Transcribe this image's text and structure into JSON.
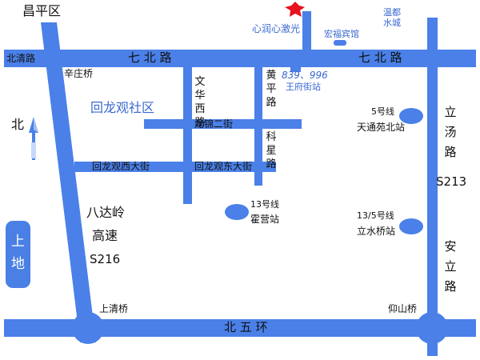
{
  "colors": {
    "road": "#4a80e8",
    "label_blue": "#3a68d0",
    "star": "#e8111d"
  },
  "labels": {
    "changping": "昌平区",
    "beiqinglu": "北清路",
    "xinzhuangqiao": "辛庄桥",
    "qibeilu_left": "七 北 路",
    "qibeilu_right": "七 北 路",
    "huilongguan": "回龙观社区",
    "north": "北",
    "wenhua_xilu": "文华西路",
    "huangping_lu": "黄平路",
    "kexing_lu": "科星路",
    "longjin_erjie": "龙锦二街",
    "huilongguan_xidajie": "回龙观西大街",
    "huilongguan_dongdajie": "回龙观东大街",
    "xinrun_laser": "心润心激光",
    "hongfu_hotel": "宏福宾馆",
    "wendu_shuicheng": "温都水城",
    "bus_routes": "839、996",
    "wangfujie_station": "王府街站",
    "line5": "5号线",
    "tiantongyuan_bei": "天通苑北站",
    "litang_lu": "立汤路",
    "s213": "S213",
    "line13": "13号线",
    "huoying": "霍营站",
    "line13_5": "13/5号线",
    "lishuiqiao": "立水桥站",
    "badaling": "八达岭",
    "gaosu": "高速",
    "s216": "S216",
    "shangdi": "上地",
    "anli_lu": "安立路",
    "shangqingqiao": "上清桥",
    "yangshanqiao": "仰山桥",
    "beiwuhuan": "北 五 环"
  }
}
